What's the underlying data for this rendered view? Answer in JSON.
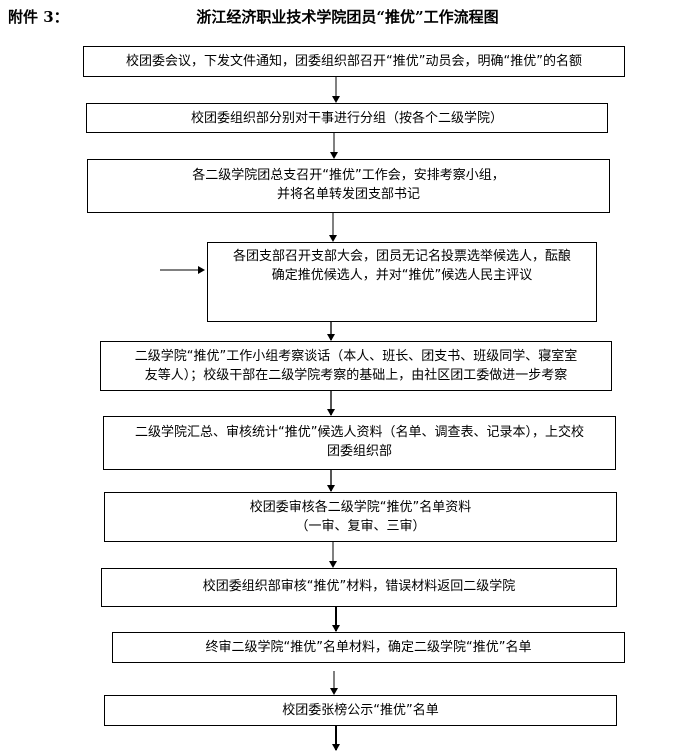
{
  "header": {
    "annex_label": "附件 3：",
    "title": "浙江经济职业技术学院团员“推优”工作流程图"
  },
  "steps": [
    {
      "lines": [
        "校团委会议，下发文件通知，团委组织部召开“推优”动员会，明确“推优”的名额"
      ]
    },
    {
      "lines": [
        "校团委组织部分别对干事进行分组（按各个二级学院）"
      ]
    },
    {
      "lines": [
        "各二级学院团总支召开“推优”工作会，安排考察小组，",
        "并将名单转发团支部书记"
      ]
    },
    {
      "lines": [
        "各团支部召开支部大会，团员无记名投票选举候选人，酝酿",
        "确定推优候选人，并对“推优”候选人民主评议"
      ]
    },
    {
      "lines": [
        "二级学院“推优”工作小组考察谈话（本人、班长、团支书、班级同学、寝室室",
        "友等人）；校级干部在二级学院考察的基础上，由社区团工委做进一步考察"
      ]
    },
    {
      "lines": [
        "二级学院汇总、审核统计“推优”候选人资料（名单、调查表、记录本），上交校",
        "团委组织部"
      ]
    },
    {
      "lines": [
        "校团委审核各二级学院“推优”名单资料",
        "（一审、复审、三审）"
      ]
    },
    {
      "lines": [
        "校团委组织部审核“推优”材料，错误材料返回二级学院"
      ]
    },
    {
      "lines": [
        "终审二级学院“推优”名单材料，确定二级学院“推优”名单"
      ]
    },
    {
      "lines": [
        "校团委张榜公示“推优”名单"
      ]
    }
  ]
}
